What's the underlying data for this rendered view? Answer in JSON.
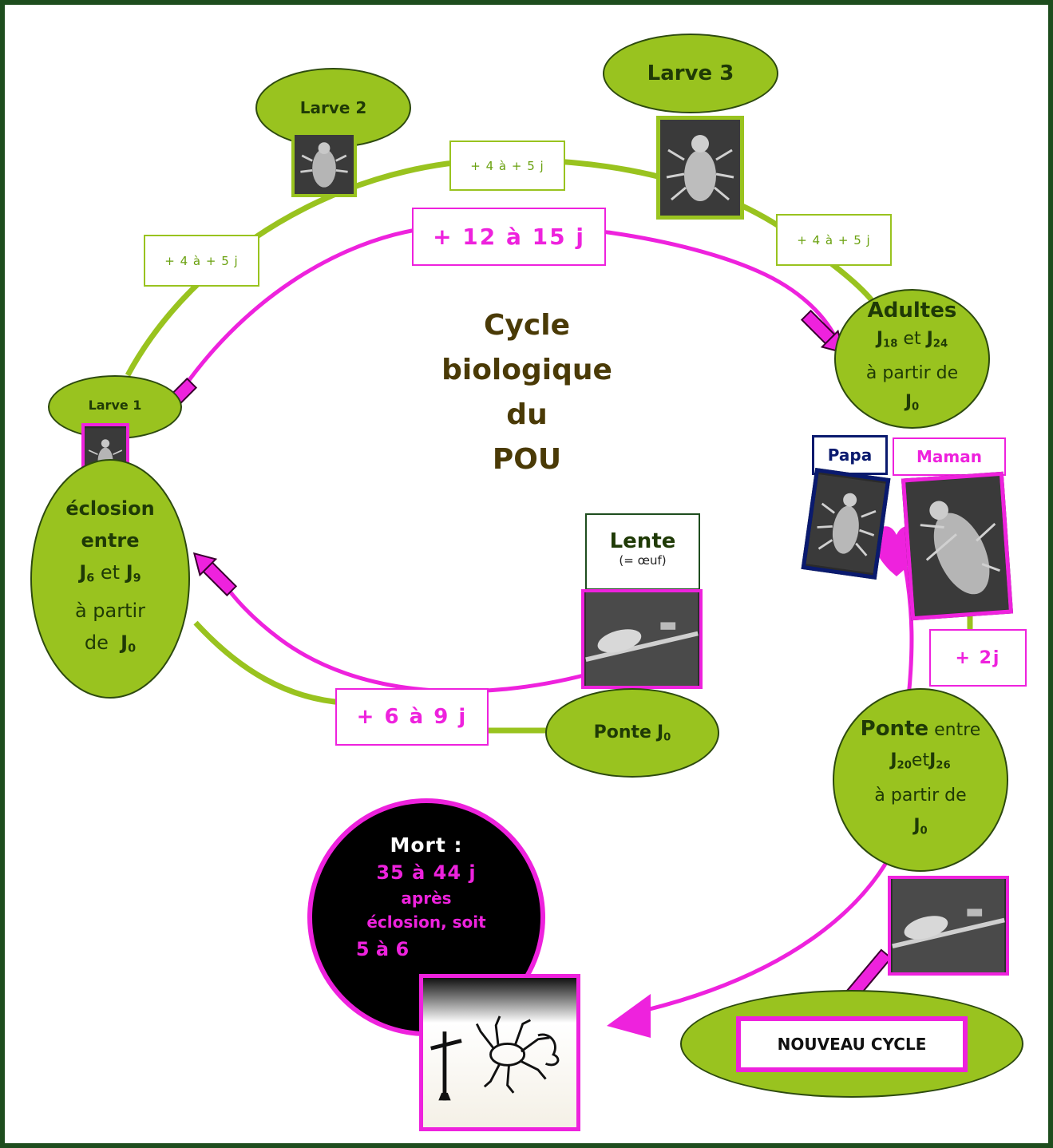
{
  "title": [
    "Cycle",
    "biologique",
    "du",
    "POU"
  ],
  "stages": {
    "larve1": "Larve 1",
    "larve2": "Larve 2",
    "larve3": "Larve 3",
    "adultes": {
      "title": "Adultes",
      "j1": "J",
      "s1": "18",
      "et": "et",
      "j2": "J",
      "s2": "24",
      "line3": "à partir de",
      "j3": "J",
      "s3": "0"
    },
    "eclosion": {
      "line1": "éclosion",
      "line2": "entre",
      "j1": "J",
      "s1": "6",
      "et": "et",
      "j2": "J",
      "s2": "9",
      "line4": "à partir",
      "de": "de",
      "j3": "J",
      "s3": "0"
    },
    "ponte_j0": {
      "label": "Ponte",
      "j": "J",
      "s": "0"
    },
    "ponte2": {
      "title": "Ponte",
      "entre": "entre",
      "j1": "J",
      "s1": "20",
      "et": "et",
      "j2": "J",
      "s2": "26",
      "line3": "à partir de",
      "j3": "J",
      "s3": "0"
    },
    "lente": {
      "title": "Lente",
      "sub": "(= œuf)"
    },
    "nouveau": "NOUVEAU CYCLE"
  },
  "durations": {
    "green_top": "+ 4 à + 5 j",
    "green_left": "+ 4 à + 5 j",
    "green_right": "+ 4 à + 5 j",
    "pink_top": "+ 12 à 15 j",
    "pink_bottom": "+ 6 à 9 j",
    "plus2": "+ 2j"
  },
  "parents": {
    "papa": "Papa",
    "maman": "Maman"
  },
  "mort": {
    "line1": "Mort :",
    "line2": "35 à 44 j",
    "line3": "après",
    "line4": "éclosion, soit",
    "line5": "5 à 6"
  },
  "colors": {
    "green": "#99c31f",
    "pink": "#ee22dd",
    "dark_green": "#1e4d1e",
    "navy": "#0a1a6e"
  }
}
